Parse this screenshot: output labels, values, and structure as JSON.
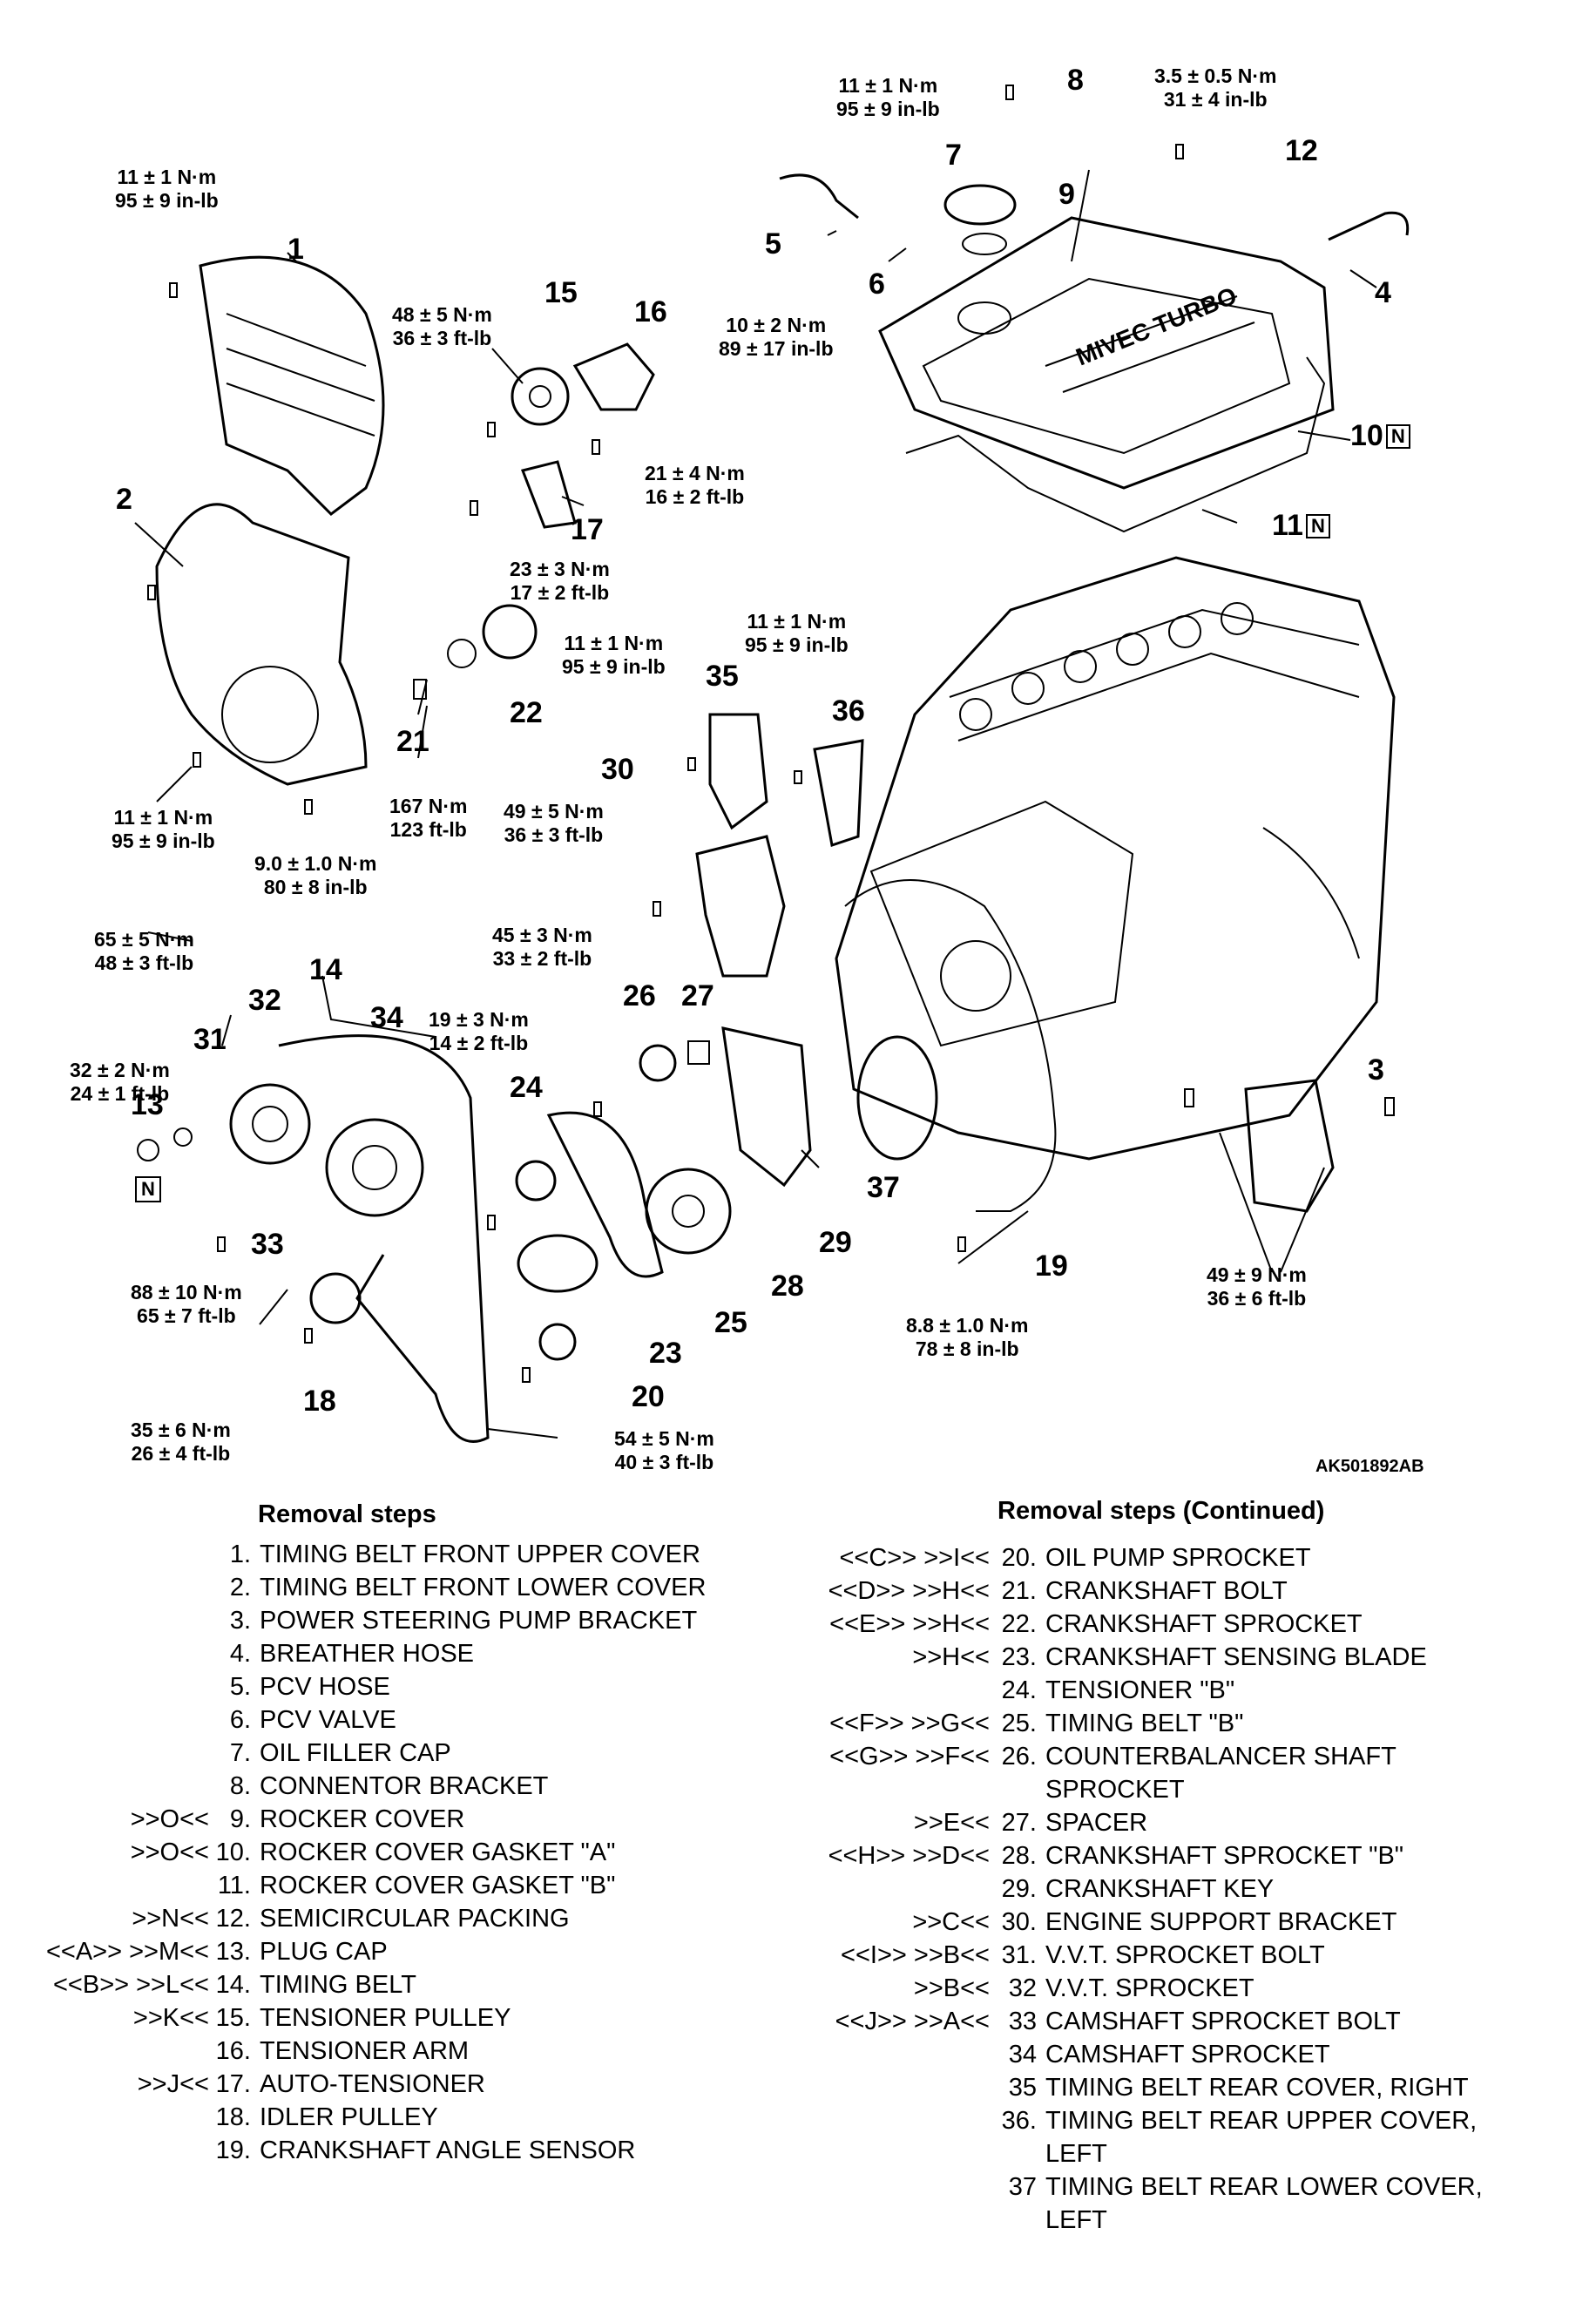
{
  "figure_id": "AK501892AB",
  "callouts": [
    {
      "id": "1",
      "text": "1"
    },
    {
      "id": "2",
      "text": "2"
    },
    {
      "id": "3",
      "text": "3"
    },
    {
      "id": "4",
      "text": "4"
    },
    {
      "id": "5",
      "text": "5"
    },
    {
      "id": "6",
      "text": "6"
    },
    {
      "id": "7",
      "text": "7"
    },
    {
      "id": "8",
      "text": "8"
    },
    {
      "id": "9",
      "text": "9"
    },
    {
      "id": "10",
      "text": "10"
    },
    {
      "id": "11",
      "text": "11"
    },
    {
      "id": "12",
      "text": "12"
    },
    {
      "id": "13",
      "text": "13"
    },
    {
      "id": "14",
      "text": "14"
    },
    {
      "id": "15",
      "text": "15"
    },
    {
      "id": "16",
      "text": "16"
    },
    {
      "id": "17",
      "text": "17"
    },
    {
      "id": "18",
      "text": "18"
    },
    {
      "id": "19",
      "text": "19"
    },
    {
      "id": "20",
      "text": "20"
    },
    {
      "id": "21",
      "text": "21"
    },
    {
      "id": "22",
      "text": "22"
    },
    {
      "id": "23",
      "text": "23"
    },
    {
      "id": "24",
      "text": "24"
    },
    {
      "id": "25",
      "text": "25"
    },
    {
      "id": "26",
      "text": "26"
    },
    {
      "id": "27",
      "text": "27"
    },
    {
      "id": "28",
      "text": "28"
    },
    {
      "id": "29",
      "text": "29"
    },
    {
      "id": "30",
      "text": "30"
    },
    {
      "id": "31",
      "text": "31"
    },
    {
      "id": "32",
      "text": "32"
    },
    {
      "id": "33",
      "text": "33"
    },
    {
      "id": "34",
      "text": "34"
    },
    {
      "id": "35",
      "text": "35"
    },
    {
      "id": "36",
      "text": "36"
    },
    {
      "id": "37",
      "text": "37"
    }
  ],
  "new_part_mark": "N",
  "torque_specs": {
    "t8": "11 ± 1 N·m\n95 ± 9 in-lb",
    "t_cap": "3.5 ± 0.5 N·m\n31 ± 4 in-lb",
    "t1": "11 ± 1 N·m\n95 ± 9 in-lb",
    "t6": "10 ± 2 N·m\n89 ± 17 in-lb",
    "t15": "48 ± 5 N·m\n36 ± 3 ft-lb",
    "t16": "21 ± 4 N·m\n16 ± 2 ft-lb",
    "t17": "23 ± 3 N·m\n17 ± 2 ft-lb",
    "t35": "11 ± 1 N·m\n95 ± 9 in-lb",
    "t2mid": "11 ± 1 N·m\n95 ± 9 in-lb",
    "t2low": "11 ± 1 N·m\n95 ± 9 in-lb",
    "t2bot": "9.0 ± 1.0 N·m\n80 ± 8 in-lb",
    "t21": "167 N·m\n123 ft-lb",
    "t30": "49 ± 5 N·m\n36 ± 3 ft-lb",
    "t31": "65 ± 5 N·m\n48 ± 3 ft-lb",
    "t26": "45 ± 3 N·m\n33 ± 2 ft-lb",
    "t13": "32 ± 2 N·m\n24 ± 1 ft-lb",
    "t24": "19 ± 3 N·m\n14 ± 2 ft-lb",
    "t33": "88 ± 10 N·m\n65 ± 7 ft-lb",
    "t19": "8.8 ± 1.0 N·m\n78 ± 8 in-lb",
    "t3": "49 ± 9 N·m\n36 ± 6 ft-lb",
    "t18": "35 ± 6 N·m\n26 ± 4 ft-lb",
    "t20": "54 ± 5 N·m\n40 ± 3 ft-lb"
  },
  "removal_steps": {
    "title": "Removal steps",
    "items": [
      {
        "code": "",
        "num": "1.",
        "text": "TIMING BELT FRONT UPPER COVER"
      },
      {
        "code": "",
        "num": "2.",
        "text": "TIMING BELT FRONT LOWER COVER"
      },
      {
        "code": "",
        "num": "3.",
        "text": "POWER STEERING PUMP BRACKET"
      },
      {
        "code": "",
        "num": "4.",
        "text": "BREATHER HOSE"
      },
      {
        "code": "",
        "num": "5.",
        "text": "PCV HOSE"
      },
      {
        "code": "",
        "num": "6.",
        "text": "PCV VALVE"
      },
      {
        "code": "",
        "num": "7.",
        "text": "OIL FILLER CAP"
      },
      {
        "code": "",
        "num": "8.",
        "text": "CONNENTOR BRACKET"
      },
      {
        "code": ">>O<<",
        "num": "9.",
        "text": "ROCKER COVER"
      },
      {
        "code": ">>O<<",
        "num": "10.",
        "text": "ROCKER COVER GASKET \"A\""
      },
      {
        "code": "",
        "num": "11.",
        "text": "ROCKER COVER GASKET \"B\""
      },
      {
        "code": ">>N<<",
        "num": "12.",
        "text": "SEMICIRCULAR PACKING"
      },
      {
        "code": "<<A>> >>M<<",
        "num": "13.",
        "text": "PLUG CAP"
      },
      {
        "code": "<<B>> >>L<<",
        "num": "14.",
        "text": "TIMING BELT"
      },
      {
        "code": ">>K<<",
        "num": "15.",
        "text": "TENSIONER PULLEY"
      },
      {
        "code": "",
        "num": "16.",
        "text": "TENSIONER ARM"
      },
      {
        "code": ">>J<<",
        "num": "17.",
        "text": "AUTO-TENSIONER"
      },
      {
        "code": "",
        "num": "18.",
        "text": "IDLER PULLEY"
      },
      {
        "code": "",
        "num": "19.",
        "text": "CRANKSHAFT ANGLE SENSOR"
      }
    ]
  },
  "removal_steps_continued": {
    "title": "Removal steps (Continued)",
    "items": [
      {
        "code": "<<C>> >>I<<",
        "num": "20.",
        "text": "OIL PUMP SPROCKET"
      },
      {
        "code": "<<D>> >>H<<",
        "num": "21.",
        "text": "CRANKSHAFT BOLT"
      },
      {
        "code": "<<E>> >>H<<",
        "num": "22.",
        "text": "CRANKSHAFT SPROCKET"
      },
      {
        "code": ">>H<<",
        "num": "23.",
        "text": "CRANKSHAFT SENSING BLADE"
      },
      {
        "code": "",
        "num": "24.",
        "text": "TENSIONER \"B\""
      },
      {
        "code": "<<F>> >>G<<",
        "num": "25.",
        "text": "TIMING BELT \"B\""
      },
      {
        "code": "<<G>> >>F<<",
        "num": "26.",
        "text": "COUNTERBALANCER SHAFT\nSPROCKET"
      },
      {
        "code": ">>E<<",
        "num": "27.",
        "text": "SPACER"
      },
      {
        "code": "<<H>> >>D<<",
        "num": "28.",
        "text": "CRANKSHAFT SPROCKET \"B\""
      },
      {
        "code": "",
        "num": "29.",
        "text": "CRANKSHAFT KEY"
      },
      {
        "code": ">>C<<",
        "num": "30.",
        "text": "ENGINE SUPPORT BRACKET"
      },
      {
        "code": "<<I>> >>B<<",
        "num": "31.",
        "text": "V.V.T. SPROCKET BOLT"
      },
      {
        "code": ">>B<<",
        "num": "32",
        "text": "V.V.T. SPROCKET"
      },
      {
        "code": "<<J>> >>A<<",
        "num": "33",
        "text": "CAMSHAFT SPROCKET BOLT"
      },
      {
        "code": "",
        "num": "34",
        "text": "CAMSHAFT SPROCKET"
      },
      {
        "code": "",
        "num": "35",
        "text": "TIMING BELT REAR COVER, RIGHT"
      },
      {
        "code": "",
        "num": "36.",
        "text": "TIMING BELT REAR UPPER COVER,\nLEFT"
      },
      {
        "code": "",
        "num": "37",
        "text": "TIMING BELT REAR LOWER COVER,\nLEFT"
      }
    ]
  }
}
